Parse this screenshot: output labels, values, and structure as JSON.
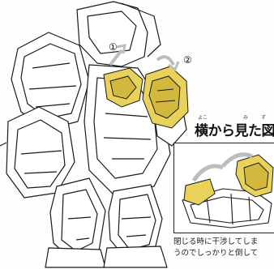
{
  "steps": [
    "①",
    "②"
  ],
  "side_view_label": "横から見た図",
  "ruby": [
    "よこ",
    "み",
    "ず"
  ],
  "caption_lines": [
    "閉じる時に干渉してしま",
    "うのでしっかりと倒して"
  ],
  "colors": {
    "accent_yellow": "#e8d25a",
    "accent_yellow_dark": "#b99a1e",
    "arrow_gray": "#bdbdbd",
    "line": "#1a1a1a"
  }
}
